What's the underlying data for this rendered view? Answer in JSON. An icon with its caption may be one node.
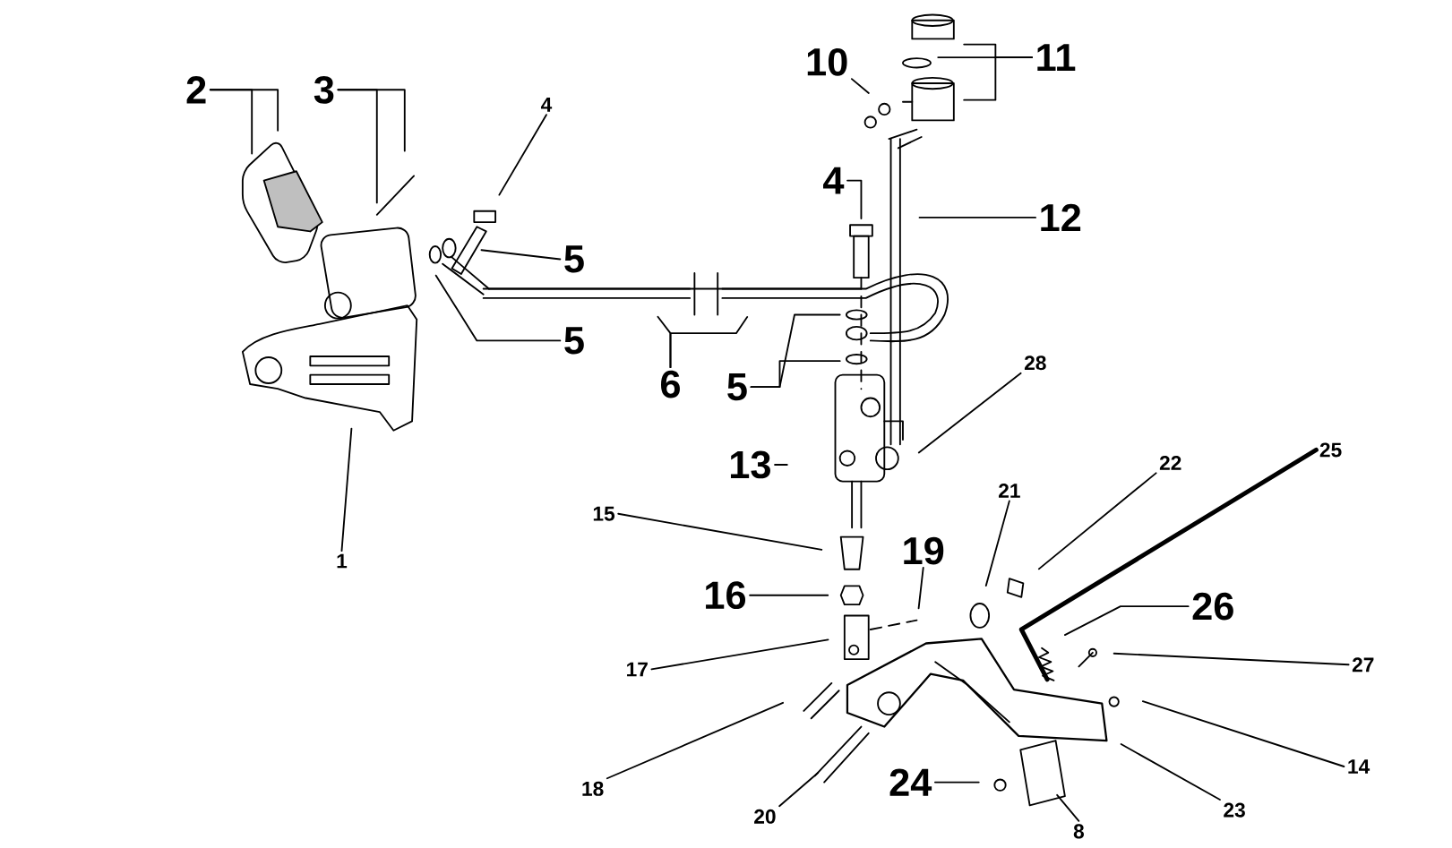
{
  "diagram": {
    "nodes": [
      {
        "text": [
          "1"
        ]
      },
      {
        "text": [
          "2"
        ]
      },
      {
        "text": [
          "3"
        ]
      },
      {
        "text": [
          "4"
        ]
      },
      {
        "text": [
          "5"
        ]
      },
      {
        "text": [
          "5"
        ]
      },
      {
        "text": [
          "6"
        ]
      },
      {
        "text": [
          "5"
        ]
      },
      {
        "text": [
          "4"
        ]
      },
      {
        "text": [
          "10"
        ]
      },
      {
        "text": [
          "11"
        ]
      },
      {
        "text": [
          "12"
        ]
      },
      {
        "text": [
          "13"
        ]
      },
      {
        "text": [
          "28"
        ]
      },
      {
        "text": [
          "15"
        ]
      },
      {
        "text": [
          "16"
        ]
      },
      {
        "text": [
          "19"
        ]
      },
      {
        "text": [
          "17"
        ]
      },
      {
        "text": [
          "18"
        ]
      },
      {
        "text": [
          "20"
        ]
      },
      {
        "text": [
          "21"
        ]
      },
      {
        "text": [
          "22"
        ]
      },
      {
        "text": [
          "25"
        ]
      },
      {
        "text": [
          "26"
        ]
      },
      {
        "text": [
          "27"
        ]
      },
      {
        "text": [
          "14"
        ]
      },
      {
        "text": [
          "23"
        ]
      },
      {
        "text": [
          "24"
        ]
      },
      {
        "text": [
          "8"
        ]
      }
    ],
    "edges": [
      {
        "from": 0,
        "to": null,
        "arrow": "none"
      },
      {
        "from": 1,
        "to": null,
        "arrow": "none"
      },
      {
        "from": 1,
        "to": null,
        "arrow": "none"
      },
      {
        "from": 2,
        "to": null,
        "arrow": "none"
      },
      {
        "from": 2,
        "to": null,
        "arrow": "none"
      },
      {
        "from": 3,
        "to": null,
        "arrow": "none"
      },
      {
        "from": 4,
        "to": null,
        "arrow": "none"
      },
      {
        "from": 5,
        "to": null,
        "arrow": "none"
      },
      {
        "from": 6,
        "to": null,
        "arrow": "none"
      },
      {
        "from": 6,
        "to": null,
        "arrow": "none"
      },
      {
        "from": 7,
        "to": null,
        "arrow": "none"
      },
      {
        "from": 7,
        "to": null,
        "arrow": "none"
      },
      {
        "from": 8,
        "to": null,
        "arrow": "none"
      },
      {
        "from": 9,
        "to": null,
        "arrow": "none"
      },
      {
        "from": 10,
        "to": null,
        "arrow": "none"
      },
      {
        "from": 10,
        "to": null,
        "arrow": "none"
      },
      {
        "from": 10,
        "to": null,
        "arrow": "none"
      },
      {
        "from": 11,
        "to": null,
        "arrow": "none"
      },
      {
        "from": 12,
        "to": null,
        "arrow": "none"
      },
      {
        "from": 13,
        "to": null,
        "arrow": "none"
      },
      {
        "from": 14,
        "to": null,
        "arrow": "none"
      },
      {
        "from": 15,
        "to": null,
        "arrow": "none"
      },
      {
        "from": 16,
        "to": null,
        "arrow": "none"
      },
      {
        "from": 17,
        "to": null,
        "arrow": "none"
      },
      {
        "from": 18,
        "to": null,
        "arrow": "none"
      },
      {
        "from": 19,
        "to": null,
        "arrow": "none"
      },
      {
        "from": 20,
        "to": null,
        "arrow": "none"
      },
      {
        "from": 21,
        "to": null,
        "arrow": "none"
      },
      {
        "from": 22,
        "to": null,
        "arrow": "none",
        "style": "thick"
      },
      {
        "from": 23,
        "to": null,
        "arrow": "none"
      },
      {
        "from": 24,
        "to": null,
        "arrow": "none"
      },
      {
        "from": 25,
        "to": null,
        "arrow": "none"
      },
      {
        "from": 26,
        "to": null,
        "arrow": "none"
      },
      {
        "from": 27,
        "to": null,
        "arrow": "none"
      },
      {
        "from": 28,
        "to": null,
        "arrow": "none"
      }
    ]
  }
}
